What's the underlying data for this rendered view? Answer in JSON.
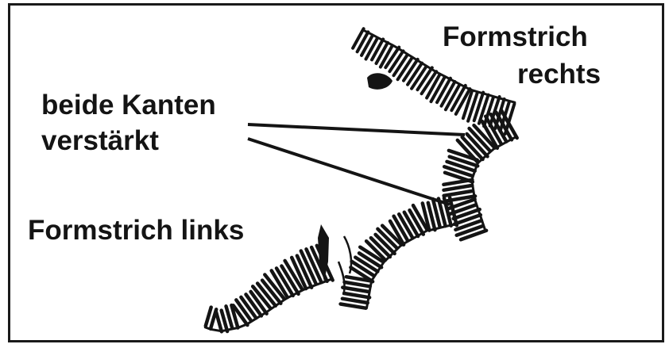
{
  "labels": {
    "formstrich_rechts_line1": "Formstrich",
    "formstrich_rechts_line2": "rechts",
    "beide_kanten_line1": "beide Kanten",
    "beide_kanten_line2": "verstärkt",
    "formstrich_links": "Formstrich links"
  },
  "colors": {
    "ink": "#141414",
    "background": "#ffffff",
    "frame": "#1a1a1a"
  }
}
